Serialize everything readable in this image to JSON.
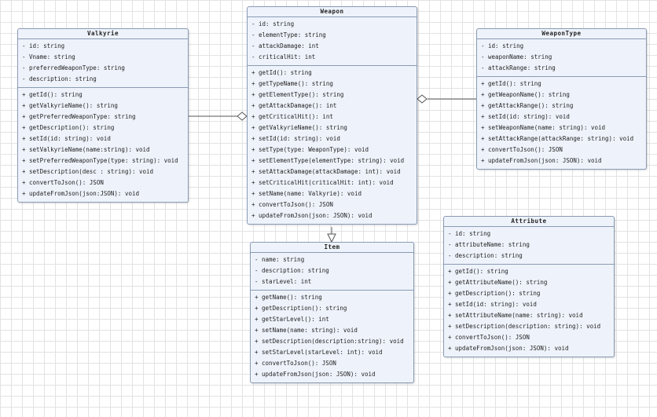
{
  "classes": {
    "valkyrie": {
      "title": "Valkyrie",
      "attributes": [
        "- id: string",
        "- Vname: string",
        "- preferredWeaponType: string",
        "- description: string"
      ],
      "methods": [
        "+ getId(): string",
        "+ getValkyrieName(): string",
        "+ getPreferredWeaponType: string",
        "+ getDescription(): string",
        "+ setId(id: string): void",
        "+ setValkyrieName(name:string): void",
        "+ setPreferredWeaponType(type: string): void",
        "+ setDescription(desc : string): void",
        "+ convertToJson(): JSON",
        "+ updateFromJson(json:JSON): void"
      ]
    },
    "weapon": {
      "title": "Weapon",
      "attributes": [
        "- id: string",
        "- elementType: string",
        "- attackDamage: int",
        "- criticalHit: int"
      ],
      "methods": [
        "+ getId(): string",
        "+ getTypeName(): string",
        "+ getElementType(): string",
        "+ getAttackDamage(): int",
        "+ getCriticalHit(): int",
        "+ getValkyrieName(): string",
        "+ setId(id: string): void",
        "+ setType(type: WeaponType): void",
        "+ setElementType(elementType: string): void",
        "+ setAttackDamage(attackDamage: int): void",
        "+ setCriticalHit(criticalHit: int): void",
        "+ setName(name: Valkyrie): void",
        "+ convertToJson(): JSON",
        "+ updateFromJson(json: JSON): void"
      ]
    },
    "weapontype": {
      "title": "WeaponType",
      "attributes": [
        "- id: string",
        "- weaponName: string",
        "- attackRange: string"
      ],
      "methods": [
        "+ getId(): string",
        "+ getWeaponName(): string",
        "+ getAttackRange(): string",
        "+ setId(id: string): void",
        "+ setWeaponName(name: string): void",
        "+ setAttackRange(attackRange: string): void",
        "+ convertToJson(): JSON",
        "+ updateFromJson(json: JSON): void"
      ]
    },
    "item": {
      "title": "Item",
      "attributes": [
        "- name: string",
        "- description: string",
        "- starLevel: int"
      ],
      "methods": [
        "+ getName(): string",
        "+ getDescription(): string",
        "+ getStarLevel(): int",
        "+ setName(name: string): void",
        "+ setDescription(description:string): void",
        "+ setStarLevel(starLevel: int): void",
        "+ convertToJson(): JSON",
        "+ updateFromJson(json: JSON): void"
      ]
    },
    "attribute": {
      "title": "Attribute",
      "attributes": [
        "- id: string",
        "- attributeName: string",
        "- description: string"
      ],
      "methods": [
        "+ getId(): string",
        "+ getAttributeName(): string",
        "+ getDescription(): string",
        "+ setId(id: string): void",
        "+ setAttributeName(name: string): void",
        "+ setDescription(description: string): void",
        "+ convertToJson(): JSON",
        "+ updateFromJson(json: JSON): void"
      ]
    }
  }
}
